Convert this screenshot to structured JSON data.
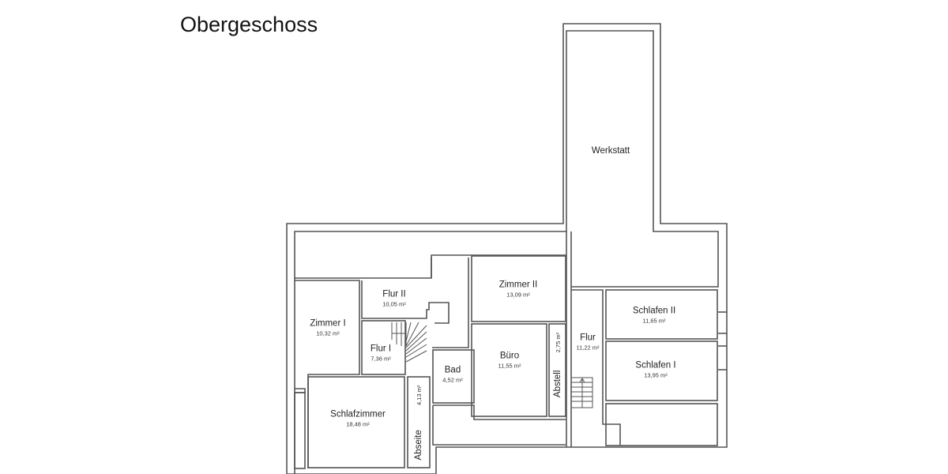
{
  "title": "Obergeschoss",
  "rooms": [
    {
      "name": "Werkstatt",
      "area": ""
    },
    {
      "name": "Flur II",
      "area": "10,05 m²"
    },
    {
      "name": "Zimmer I",
      "area": "10,32 m²"
    },
    {
      "name": "Flur I",
      "area": "7,36 m²"
    },
    {
      "name": "Zimmer II",
      "area": "13,09 m²"
    },
    {
      "name": "Büro",
      "area": "11,55 m²"
    },
    {
      "name": "Bad",
      "area": "4,52 m²"
    },
    {
      "name": "Abstell",
      "area": "2,75 m²"
    },
    {
      "name": "Flur",
      "area": "11,22 m²"
    },
    {
      "name": "Schlafen II",
      "area": "11,65 m²"
    },
    {
      "name": "Schlafen I",
      "area": "13,95 m²"
    },
    {
      "name": "Schlafzimmer",
      "area": "18,48 m²"
    },
    {
      "name": "Abseite",
      "area": "4,13 m²"
    }
  ],
  "colors": {
    "wall": "#555555",
    "background": "#ffffff",
    "text": "#1a1a1a"
  }
}
